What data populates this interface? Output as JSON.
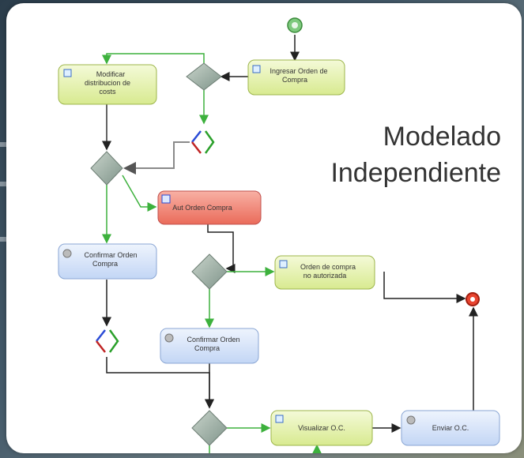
{
  "caption": {
    "line1": "Modelado",
    "line2": "Independiente"
  },
  "tasks": {
    "modificar": [
      "Modificar",
      "distribucion de",
      "costs"
    ],
    "ingresar": [
      "Ingresar Orden de",
      "Compra"
    ],
    "aut": [
      "Aut Orden Compra"
    ],
    "confirmar1": [
      "Confirmar Orden",
      "Compra"
    ],
    "orden_no_aut": [
      "Orden de compra",
      "no autorizada"
    ],
    "confirmar2": [
      "Confirmar Orden",
      "Compra"
    ],
    "visualizar": [
      "Visualizar O.C."
    ],
    "enviar": [
      "Enviar O.C."
    ]
  },
  "colors": {
    "green_task": "#e6f3b5",
    "green_border": "#9cb54a",
    "blue_task": "#dbe8fb",
    "blue_border": "#8aa6d4",
    "red_task": "#f38a7a",
    "red_border": "#c0504d",
    "gateway": "#9fb0a3",
    "green_flow": "#3db13d",
    "black_flow": "#222222",
    "gray_flow": "#8a8a8a"
  },
  "icons": [
    "start-event-icon",
    "end-event-icon",
    "gateway-icon",
    "loop-icon",
    "subprocess-icon",
    "gear-icon",
    "form-icon"
  ]
}
